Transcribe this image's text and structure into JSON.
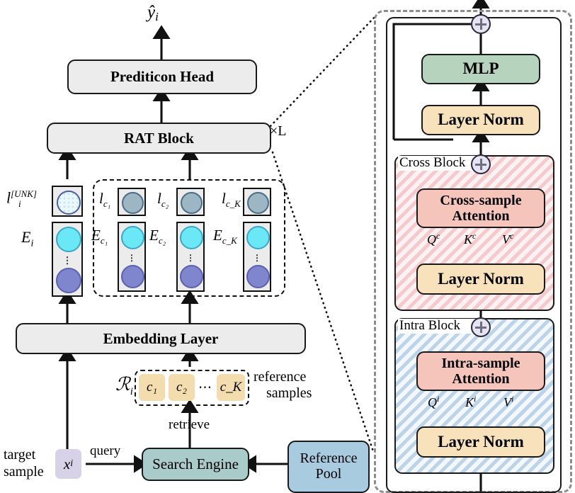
{
  "figure": {
    "title": "RAT architecture diagram",
    "left_pipeline": {
      "output_label": "ŷ",
      "output_sub": "i",
      "prediction_head": "Prediticon Head",
      "rat_block": "RAT Block",
      "rat_repeat": "×L",
      "embedding_layer": "Embedding Layer",
      "target_sample_label_line1": "target",
      "target_sample_label_line2": "sample",
      "target_var": "x",
      "target_var_sub": "i",
      "query_label": "query",
      "retrieve_label": "retrieve",
      "search_engine": "Search Engine",
      "reference_pool_line1": "Reference",
      "reference_pool_line2": "Pool",
      "reference_set_symbol": "ℛ",
      "reference_set_sub": "i",
      "reference_samples_line1": "reference",
      "reference_samples_line2": "samples",
      "reference_items": [
        "c₁",
        "c₂",
        "c_K"
      ],
      "reference_ellipsis": "⋯"
    },
    "token_columns": [
      {
        "label_top": "l",
        "label_top_sup": "[UNK]",
        "label_top_sub": "i",
        "label_bottom": "E",
        "label_bottom_sub": "i",
        "unk": true
      },
      {
        "label_top": "l",
        "label_top_sub": "c₁",
        "label_bottom": "E",
        "label_bottom_sub": "c₁",
        "unk": false
      },
      {
        "label_top": "l",
        "label_top_sub": "c₂",
        "label_bottom": "E",
        "label_bottom_sub": "c₂",
        "unk": false
      },
      {
        "label_top": "l",
        "label_top_sub": "c_K",
        "label_bottom": "E",
        "label_bottom_sub": "c_K",
        "unk": false
      }
    ],
    "rat_detail": {
      "mlp": "MLP",
      "layer_norm_top": "Layer Norm",
      "cross_block_title": "Cross Block",
      "cross_attention_line1": "Cross-sample",
      "cross_attention_line2": "Attention",
      "cross_qkv": [
        "Q",
        "K",
        "V"
      ],
      "cross_qkv_sup": "c",
      "layer_norm_cross": "Layer Norm",
      "intra_block_title": "Intra Block",
      "intra_attention_line1": "Intra-sample",
      "intra_attention_line2": "Attention",
      "intra_qkv": [
        "Q",
        "K",
        "V"
      ],
      "intra_qkv_sup": "i",
      "layer_norm_intra": "Layer Norm",
      "residual_plus": "+"
    },
    "colors": {
      "box_grey": "#ececec",
      "mlp_green": "#b6d3bd",
      "layer_norm_tan": "#f7e2bb",
      "attention_pink": "#f5c4bb",
      "cross_hatch": "#f6c9cc",
      "intra_hatch": "#bcd4ea",
      "reference_pool_blue": "#a8cbe0",
      "search_engine_teal": "#a9ccca",
      "reference_item_tan": "#f3dcae",
      "target_var_lavender": "#d8d2e8",
      "plus_node": "#e6e3f2",
      "token_top_circle": "#9cb6c4",
      "token_cyan": "#6be8f5",
      "token_purple": "#8086cd",
      "outline": "#1a1a1a",
      "outer_dash_grey": "#8d8d8d"
    }
  }
}
